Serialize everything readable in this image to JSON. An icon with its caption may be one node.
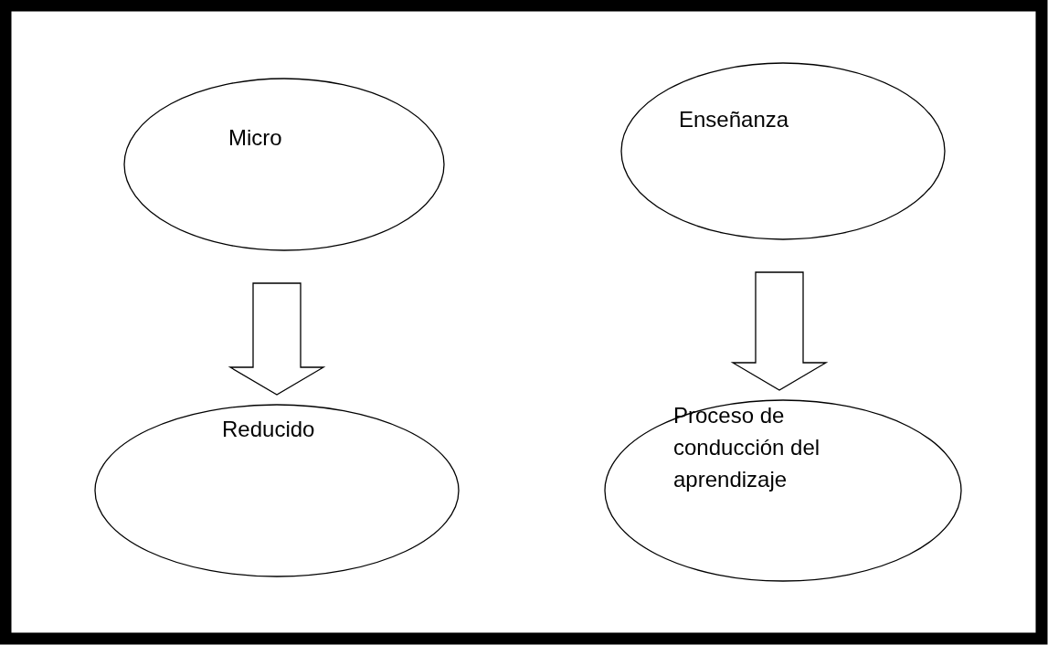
{
  "diagram": {
    "nodes": [
      {
        "text": [
          "Micro"
        ]
      },
      {
        "text": [
          "Enseñanza"
        ]
      },
      {
        "text": [
          "Reducido"
        ]
      },
      {
        "text": [
          "Proceso de conducción del aprendizaje"
        ]
      }
    ],
    "edges": [
      {
        "from": 0,
        "to": 2,
        "arrow": "to"
      },
      {
        "from": 1,
        "to": 3,
        "arrow": "to"
      }
    ]
  }
}
